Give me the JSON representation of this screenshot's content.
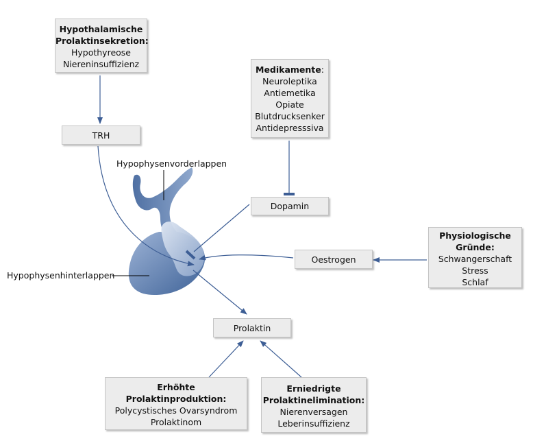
{
  "colors": {
    "arrow": "#3d5e95",
    "box_fill": "#ececec",
    "gland_dark": "#4a6ea3",
    "gland_light": "#b9c9e2"
  },
  "boxes": {
    "hypothalamus": {
      "title_1": "Hypothalamische",
      "title_2": "Prolaktinsekretion:",
      "items": [
        "Hypothyreose",
        "Niereninsuffizienz"
      ]
    },
    "trh": "TRH",
    "medikamente": {
      "title": "Medikamente",
      "colon": ":",
      "items": [
        "Neuroleptika",
        "Antiemetika",
        "Opiate",
        "Blutdrucksenker",
        "Antidepresssiva"
      ]
    },
    "dopamin": "Dopamin",
    "physiologisch": {
      "title_1": "Physiologische",
      "title_2": "Gründe:",
      "items": [
        "Schwangerschaft",
        "Stress",
        "Schlaf"
      ]
    },
    "oestrogen": "Oestrogen",
    "prolaktin": "Prolaktin",
    "produktion": {
      "title_1": "Erhöhte",
      "title_2": "Prolaktinproduktion:",
      "items": [
        "Polycystisches Ovarsyndrom",
        "Prolaktinom"
      ]
    },
    "elimination": {
      "title_1": "Erniedrigte",
      "title_2": "Prolaktinelimination:",
      "items": [
        "Nierenversagen",
        "Leberinsuffizienz"
      ]
    }
  },
  "labels": {
    "vorderlappen": "Hypophysenvorderlappen",
    "hinterlappen": "Hypophysenhinterlappen"
  }
}
